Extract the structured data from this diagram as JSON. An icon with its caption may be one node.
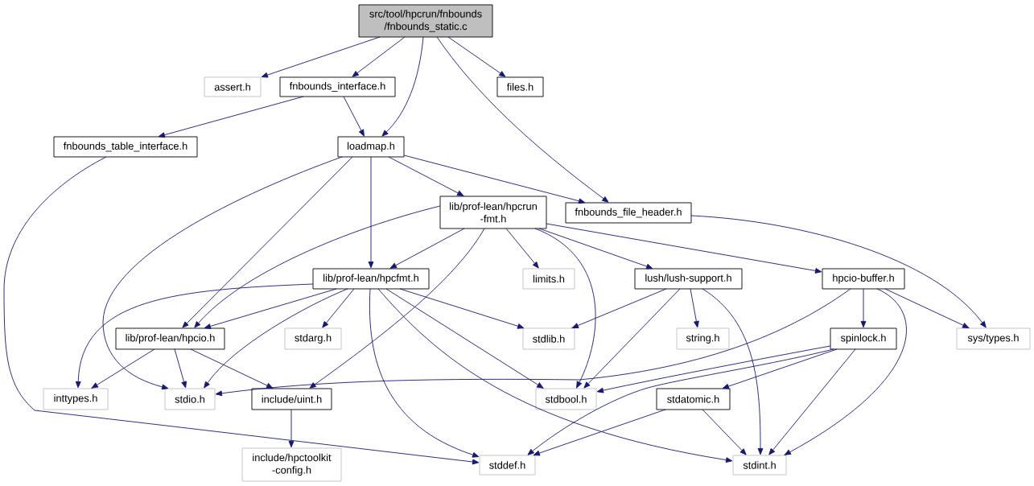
{
  "diagram": {
    "nodes": [
      {
        "text": [
          "src/tool/hpcrun/fnbounds /fnbounds_static.c"
        ]
      },
      {
        "text": [
          "assert.h"
        ]
      },
      {
        "text": [
          "fnbounds_interface.h"
        ]
      },
      {
        "text": [
          "files.h"
        ]
      },
      {
        "text": [
          "fnbounds_table_interface.h"
        ]
      },
      {
        "text": [
          "loadmap.h"
        ]
      },
      {
        "text": [
          "lib/prof-lean/hpcrun -fmt.h"
        ]
      },
      {
        "text": [
          "fnbounds_file_header.h"
        ]
      },
      {
        "text": [
          "lib/prof-lean/hpcfmt.h"
        ]
      },
      {
        "text": [
          "limits.h"
        ]
      },
      {
        "text": [
          "lush/lush-support.h"
        ]
      },
      {
        "text": [
          "hpcio-buffer.h"
        ]
      },
      {
        "text": [
          "lib/prof-lean/hpcio.h"
        ]
      },
      {
        "text": [
          "stdarg.h"
        ]
      },
      {
        "text": [
          "stdlib.h"
        ]
      },
      {
        "text": [
          "string.h"
        ]
      },
      {
        "text": [
          "spinlock.h"
        ]
      },
      {
        "text": [
          "sys/types.h"
        ]
      },
      {
        "text": [
          "inttypes.h"
        ]
      },
      {
        "text": [
          "stdio.h"
        ]
      },
      {
        "text": [
          "include/uint.h"
        ]
      },
      {
        "text": [
          "stdbool.h"
        ]
      },
      {
        "text": [
          "stdatomic.h"
        ]
      },
      {
        "text": [
          "include/hpctoolkit -config.h"
        ]
      },
      {
        "text": [
          "stddef.h"
        ]
      },
      {
        "text": [
          "stdint.h"
        ]
      }
    ],
    "edges": [
      {
        "from": 0,
        "to": 1,
        "arrow": "to"
      },
      {
        "from": 0,
        "to": 2,
        "arrow": "to"
      },
      {
        "from": 0,
        "to": 5,
        "arrow": "to"
      },
      {
        "from": 0,
        "to": 7,
        "arrow": "to"
      },
      {
        "from": 0,
        "to": 3,
        "arrow": "to"
      },
      {
        "from": 2,
        "to": 4,
        "arrow": "to"
      },
      {
        "from": 2,
        "to": 5,
        "arrow": "to"
      },
      {
        "from": 4,
        "to": 24,
        "arrow": "to"
      },
      {
        "from": 5,
        "to": 19,
        "arrow": "to"
      },
      {
        "from": 5,
        "to": 12,
        "arrow": "to"
      },
      {
        "from": 5,
        "to": 8,
        "arrow": "to"
      },
      {
        "from": 5,
        "to": 6,
        "arrow": "to"
      },
      {
        "from": 5,
        "to": 7,
        "arrow": "to"
      },
      {
        "from": 6,
        "to": 12,
        "arrow": "to"
      },
      {
        "from": 6,
        "to": 8,
        "arrow": "to"
      },
      {
        "from": 6,
        "to": 20,
        "arrow": "to"
      },
      {
        "from": 6,
        "to": 9,
        "arrow": "to"
      },
      {
        "from": 6,
        "to": 21,
        "arrow": "to"
      },
      {
        "from": 6,
        "to": 10,
        "arrow": "to"
      },
      {
        "from": 6,
        "to": 11,
        "arrow": "to"
      },
      {
        "from": 7,
        "to": 17,
        "arrow": "to"
      },
      {
        "from": 8,
        "to": 18,
        "arrow": "to"
      },
      {
        "from": 8,
        "to": 12,
        "arrow": "to"
      },
      {
        "from": 8,
        "to": 19,
        "arrow": "to"
      },
      {
        "from": 8,
        "to": 13,
        "arrow": "to"
      },
      {
        "from": 8,
        "to": 14,
        "arrow": "to"
      },
      {
        "from": 8,
        "to": 21,
        "arrow": "to"
      },
      {
        "from": 8,
        "to": 24,
        "arrow": "to"
      },
      {
        "from": 8,
        "to": 25,
        "arrow": "to"
      },
      {
        "from": 10,
        "to": 14,
        "arrow": "to"
      },
      {
        "from": 10,
        "to": 21,
        "arrow": "to"
      },
      {
        "from": 10,
        "to": 15,
        "arrow": "to"
      },
      {
        "from": 10,
        "to": 25,
        "arrow": "to"
      },
      {
        "from": 11,
        "to": 19,
        "arrow": "to"
      },
      {
        "from": 11,
        "to": 16,
        "arrow": "to"
      },
      {
        "from": 11,
        "to": 17,
        "arrow": "to"
      },
      {
        "from": 11,
        "to": 25,
        "arrow": "to"
      },
      {
        "from": 12,
        "to": 18,
        "arrow": "to"
      },
      {
        "from": 12,
        "to": 19,
        "arrow": "to"
      },
      {
        "from": 12,
        "to": 20,
        "arrow": "to"
      },
      {
        "from": 16,
        "to": 21,
        "arrow": "to"
      },
      {
        "from": 16,
        "to": 24,
        "arrow": "to"
      },
      {
        "from": 16,
        "to": 22,
        "arrow": "to"
      },
      {
        "from": 16,
        "to": 25,
        "arrow": "to"
      },
      {
        "from": 20,
        "to": 23,
        "arrow": "to"
      },
      {
        "from": 22,
        "to": 24,
        "arrow": "to"
      },
      {
        "from": 22,
        "to": 25,
        "arrow": "to"
      }
    ]
  }
}
